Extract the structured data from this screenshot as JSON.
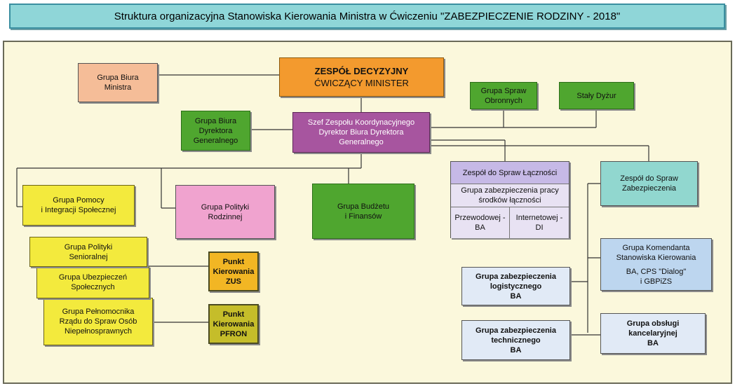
{
  "title": "Struktura organizacyjna Stanowiska Kierowania Ministra w Ćwiczeniu \"ZABEZPIECZENIE RODZINY - 2018\"",
  "colors": {
    "frame_bg": "#fbf8dc",
    "title_bg": "#8fd6d8",
    "decision_team": "#f39a2e",
    "coordinator": "#a7559f",
    "group_green": "#4fa62f",
    "group_yellow": "#f3ea3d",
    "communications": "#c6b9e6",
    "security": "#91d7cf"
  },
  "nodes": {
    "minister_office": "Grupa Biura\nMinistra",
    "decision_team_title": "ZESPÓŁ DECYZYJNY",
    "decision_team_sub": "ĆWICZĄCY MINISTER",
    "defense_group": "Grupa Spraw\nObronnych",
    "duty_service": "Stały Dyżur",
    "director_office": "Grupa Biura\nDyrektora\nGeneralnego",
    "coordinator": "Szef Zespołu Koordynacyjnego\nDyrektor Biura Dyrektora\nGeneralnego",
    "communications_title": "Zespół do Spraw Łączności",
    "communications_group": "Grupa zabezpieczenia pracy\nśrodków łączności",
    "communications_wired": "Przewodowej -\nBA",
    "communications_internet": "Internetowej -\nDI",
    "security_team": "Zespół do Spraw\nZabezpieczenia",
    "help_group": "Grupa Pomocy\ni Integracji Społecznej",
    "family_policy": "Grupa Polityki\nRodzinnej",
    "budget_group": "Grupa Budżetu\ni Finansów",
    "senior_policy": "Grupa Polityki\nSenioralnej",
    "social_insurance": "Grupa Ubezpieczeń\nSpołecznych",
    "disabled_plenipotentiary": "Grupa Pełnomocnika\nRządu do Spraw Osób\nNiepełnosprawnych",
    "zus_point": "Punkt\nKierowania\nZUS",
    "pfron_point": "Punkt\nKierowania\nPFRON",
    "commandant_group": "Grupa Komendanta\nStanowiska Kierowania",
    "commandant_sub": "BA, CPS \"Dialog\"\ni GBPiZS",
    "logistics_group": "Grupa zabezpieczenia\nlogistycznego\nBA",
    "technical_group": "Grupa zabezpieczenia\ntechnicznego\nBA",
    "office_service": "Grupa obsługi\nkancelaryjnej\nBA"
  }
}
